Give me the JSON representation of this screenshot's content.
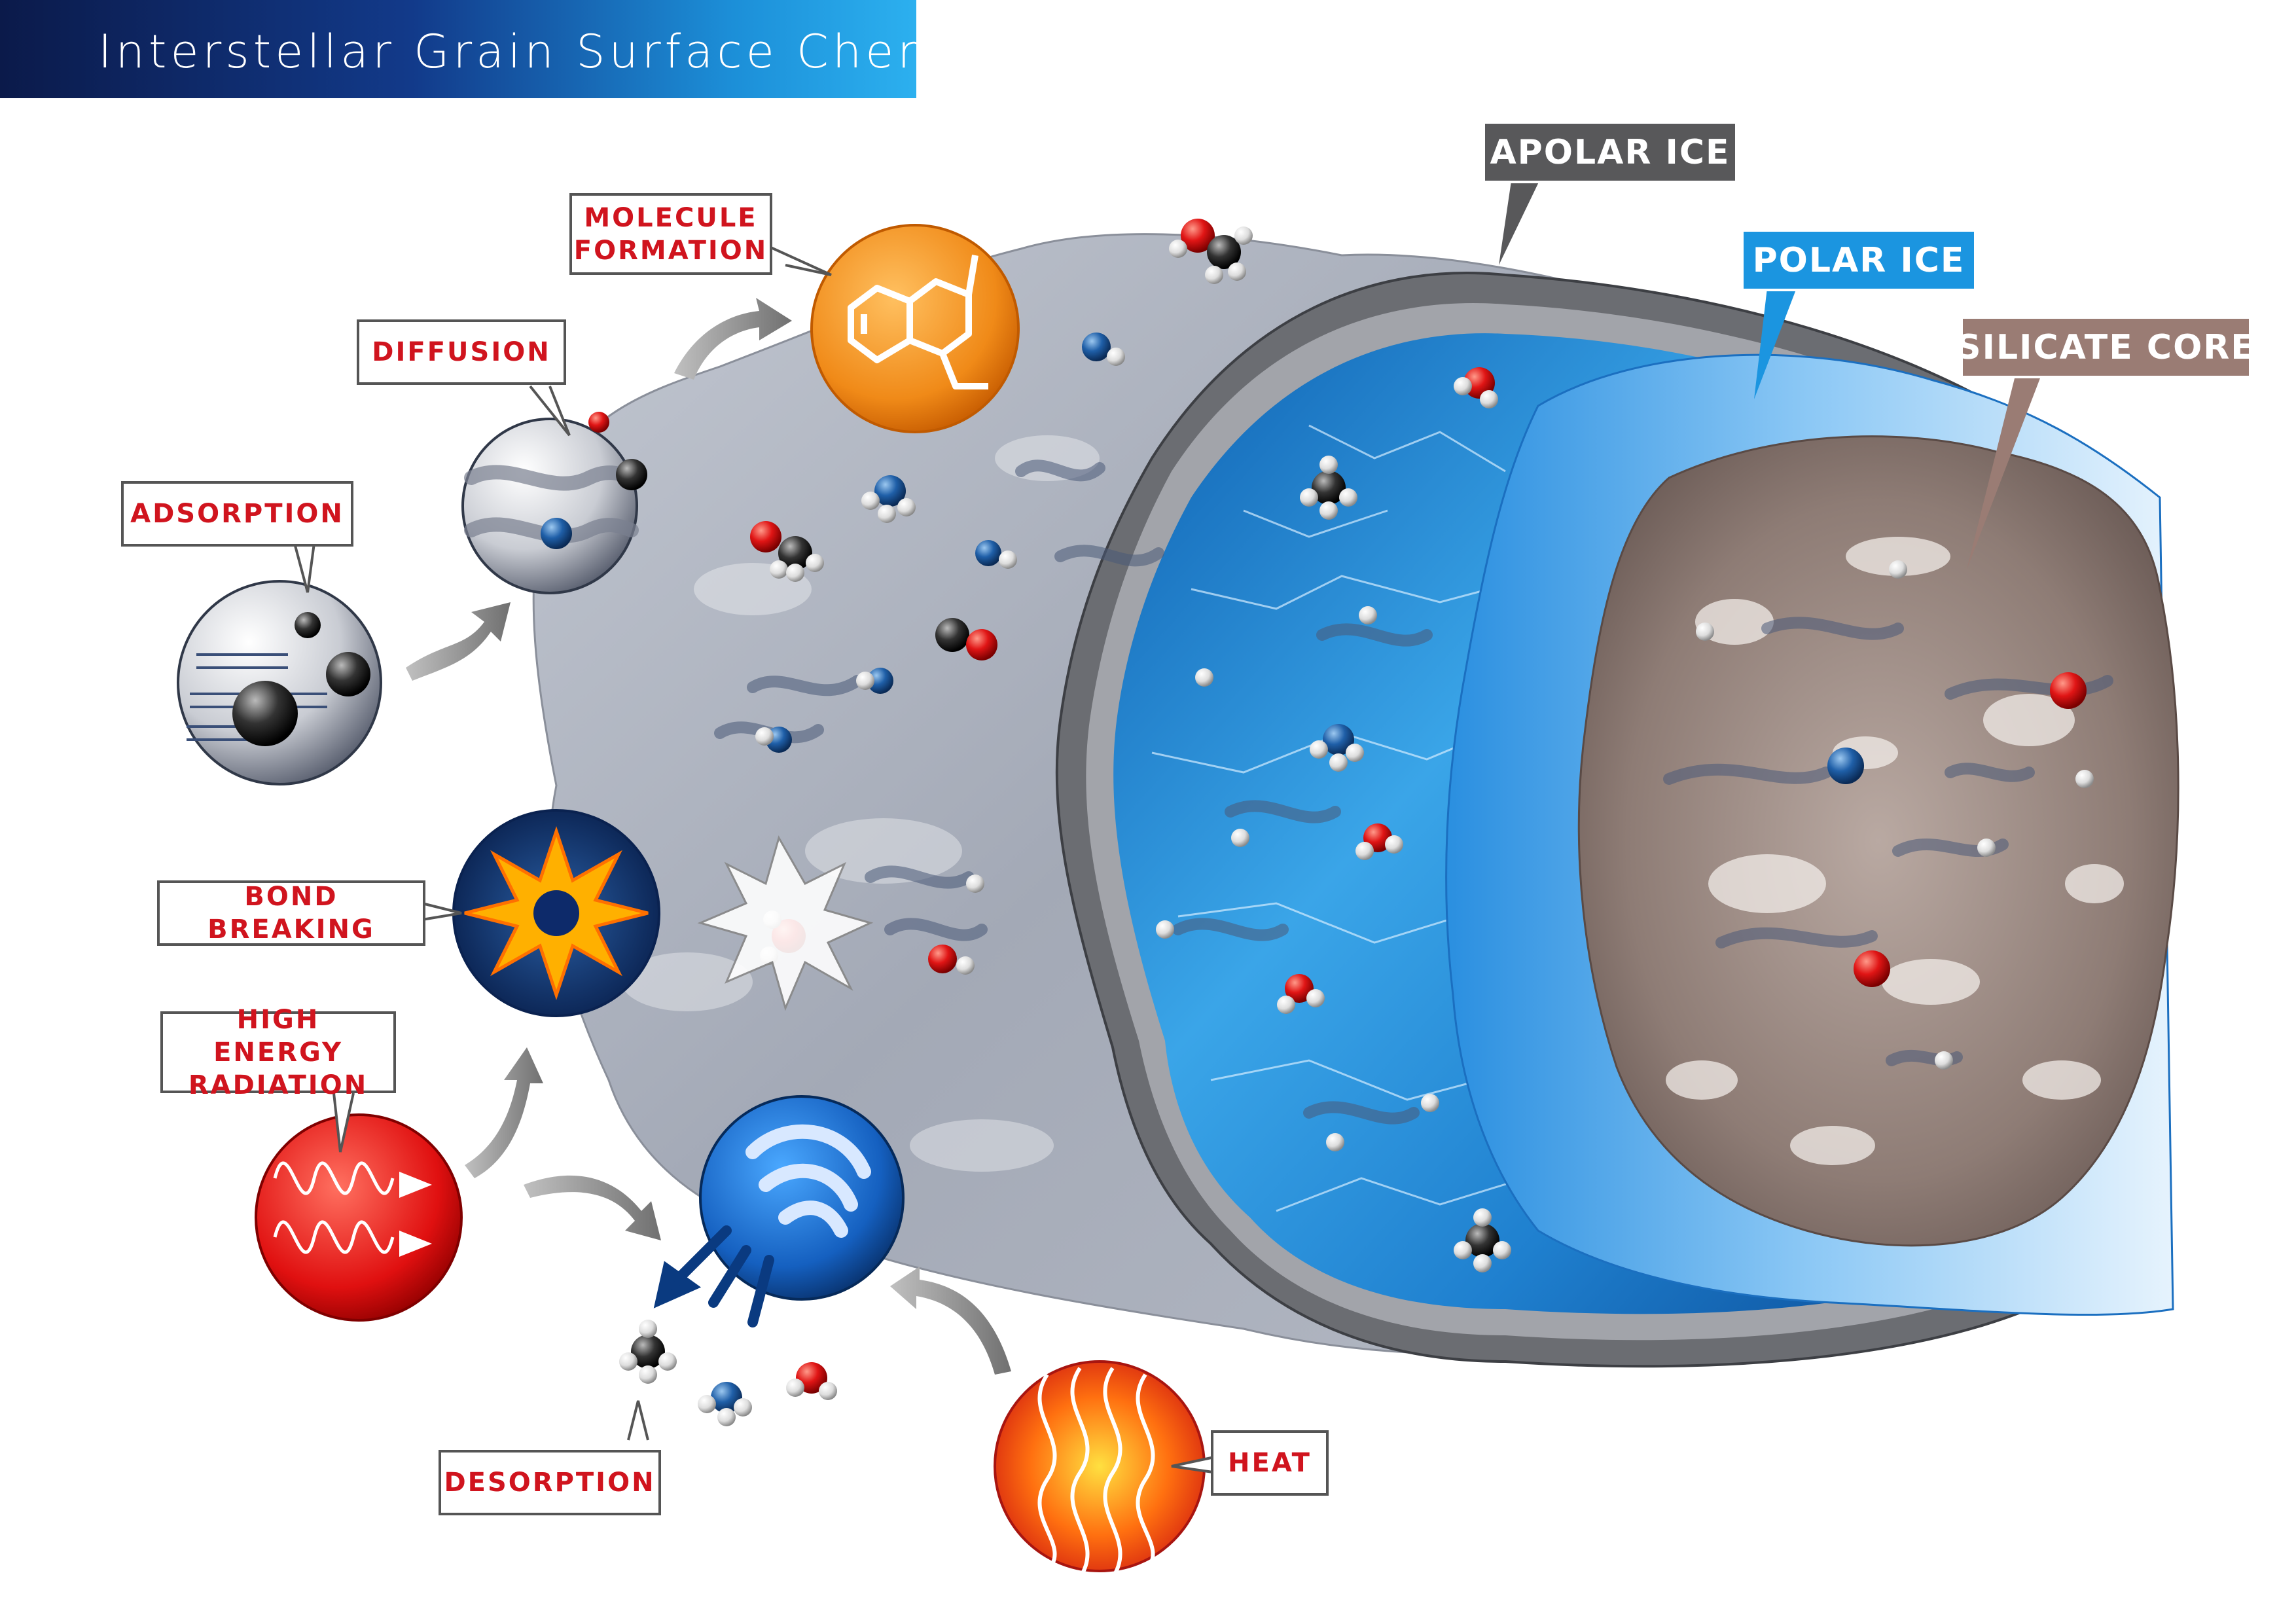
{
  "title": "Interstellar Grain Surface Chemistry",
  "layers": {
    "apolar_ice": "APOLAR ICE",
    "polar_ice": "POLAR ICE",
    "silicate_core": "SILICATE CORE"
  },
  "processes": {
    "molecule_formation": "MOLECULE FORMATION",
    "diffusion": "DIFFUSION",
    "adsorption": "ADSORPTION",
    "bond_breaking": "BOND BREAKING",
    "high_energy_radiation": "HIGH ENERGY RADIATION",
    "desorption": "DESORPTION",
    "heat": "HEAT"
  },
  "colors": {
    "label_text": "#d0141e",
    "apolar_tag": "#58585a",
    "polar_tag": "#1b95e0",
    "silicate_tag": "#9a7c74",
    "title_gradient_start": "#0b1a4a",
    "title_gradient_end": "#2cb0ef",
    "oxygen": "#e01515",
    "nitrogen": "#1f5fa8",
    "carbon": "#2b2b2b",
    "hydrogen": "#eeeeee"
  }
}
